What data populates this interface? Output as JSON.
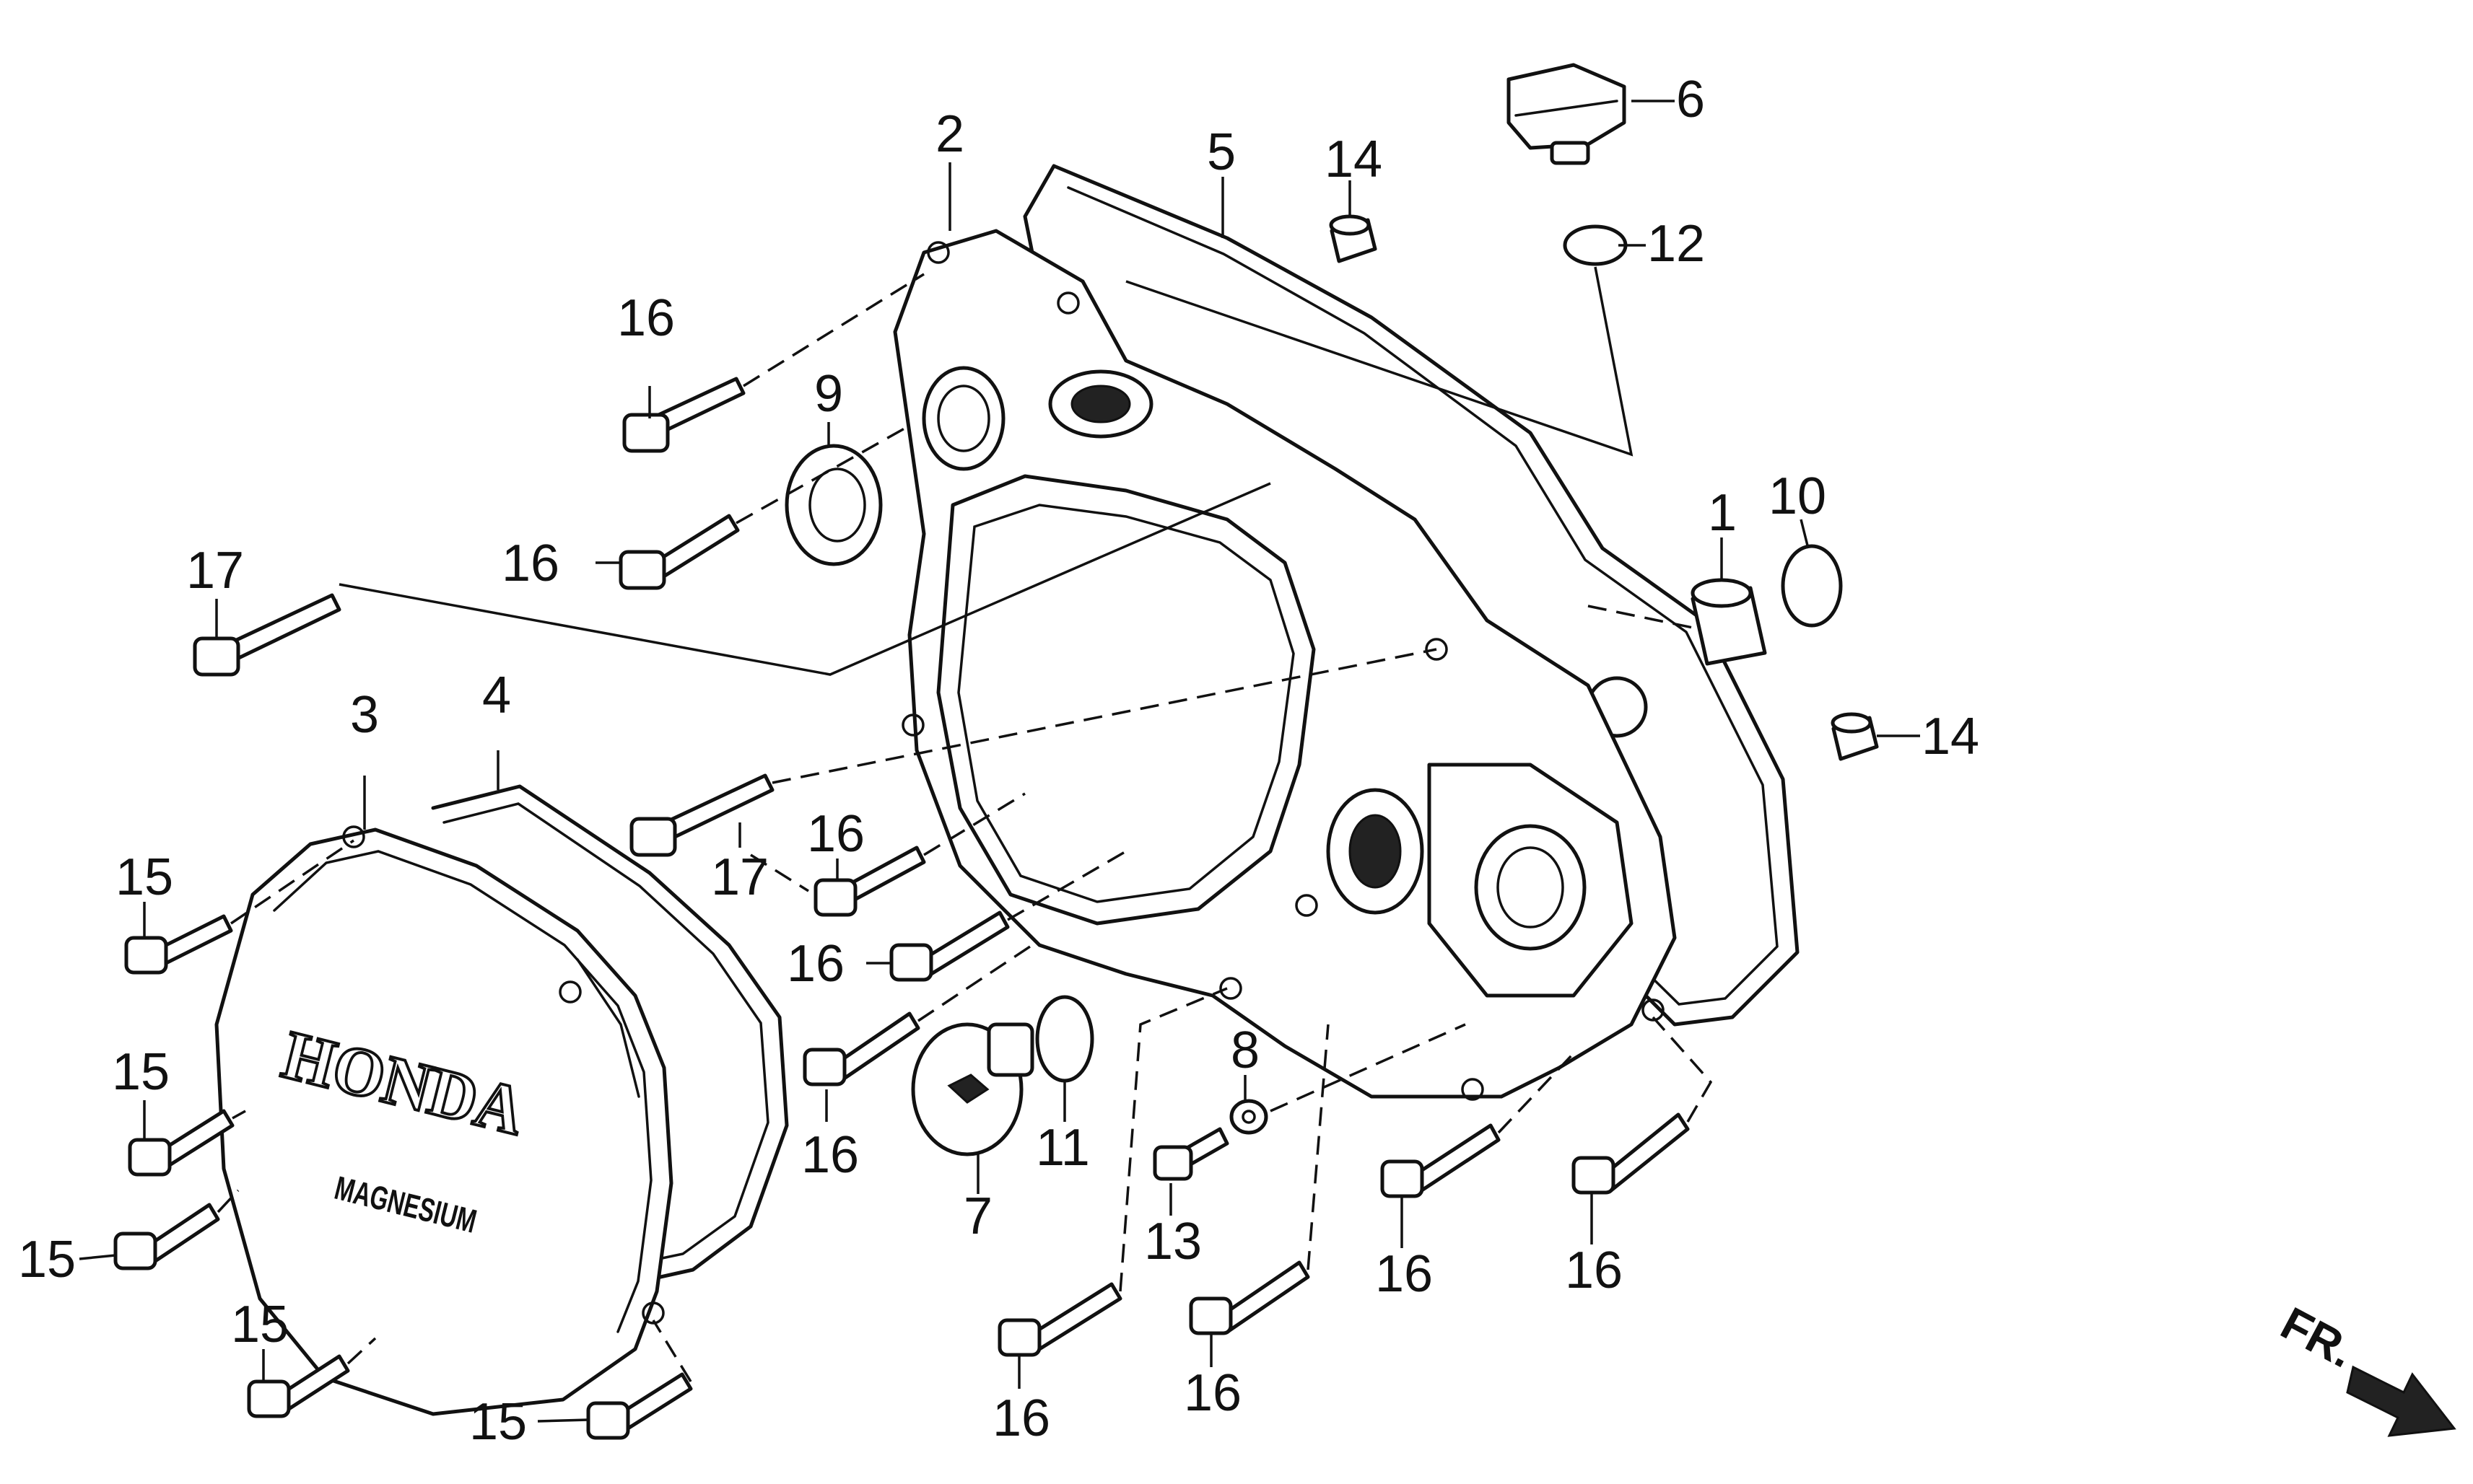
{
  "labels": {
    "n1": "1",
    "n2": "2",
    "n3": "3",
    "n4": "4",
    "n5": "5",
    "n6": "6",
    "n7": "7",
    "n8": "8",
    "n9": "9",
    "n10": "10",
    "n11": "11",
    "n12": "12",
    "n13": "13",
    "n14": "14",
    "n15": "15",
    "n16": "16",
    "n17": "17"
  },
  "cover_logo": {
    "brand": "HONDA",
    "material": "MAGNESIUM"
  },
  "direction": {
    "label": "FR."
  }
}
